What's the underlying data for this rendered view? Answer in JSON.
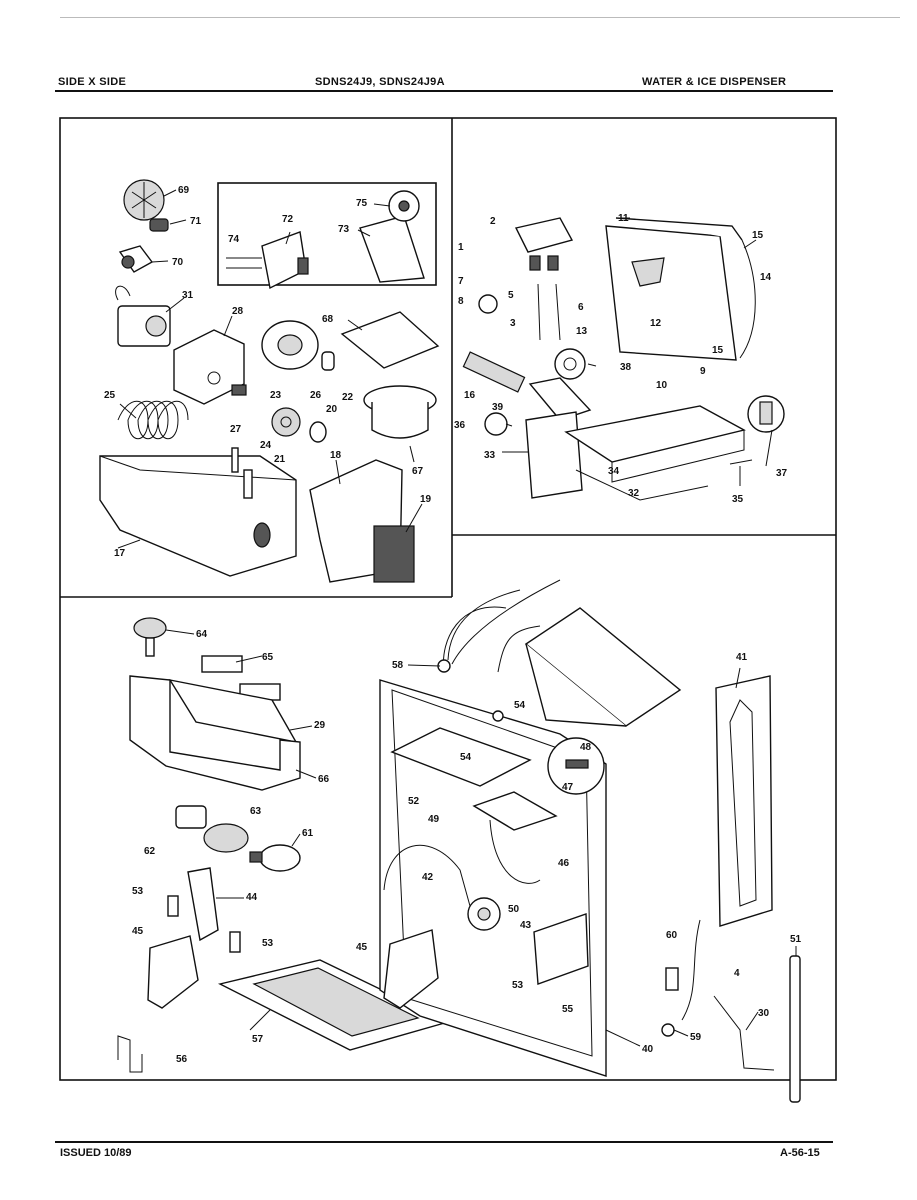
{
  "header": {
    "left": "SIDE X SIDE",
    "center": "SDNS24J9, SDNS24J9A",
    "right": "WATER & ICE DISPENSER"
  },
  "footer": {
    "left": "ISSUED 10/89",
    "right": "A-56-15"
  },
  "callouts": {
    "c1": "1",
    "c2": "2",
    "c3": "3",
    "c4": "4",
    "c5": "5",
    "c6": "6",
    "c7": "7",
    "c8": "8",
    "c9": "9",
    "c10": "10",
    "c11": "11",
    "c12": "12",
    "c13": "13",
    "c14": "14",
    "c15a": "15",
    "c15b": "15",
    "c16": "16",
    "c17": "17",
    "c18": "18",
    "c19": "19",
    "c20": "20",
    "c21": "21",
    "c22": "22",
    "c23": "23",
    "c24": "24",
    "c25": "25",
    "c26": "26",
    "c27": "27",
    "c28": "28",
    "c29": "29",
    "c30": "30",
    "c31": "31",
    "c32": "32",
    "c33": "33",
    "c34": "34",
    "c35": "35",
    "c36": "36",
    "c37": "37",
    "c38": "38",
    "c39": "39",
    "c40": "40",
    "c41": "41",
    "c42": "42",
    "c43": "43",
    "c44": "44",
    "c45a": "45",
    "c45b": "45",
    "c46": "46",
    "c47": "47",
    "c48": "48",
    "c49": "49",
    "c50": "50",
    "c51": "51",
    "c52": "52",
    "c53a": "53",
    "c53b": "53",
    "c53c": "53",
    "c54a": "54",
    "c54b": "54",
    "c55": "55",
    "c56": "56",
    "c57": "57",
    "c58": "58",
    "c59": "59",
    "c60": "60",
    "c61": "61",
    "c62": "62",
    "c63": "63",
    "c64": "64",
    "c65": "65",
    "c66": "66",
    "c67": "67",
    "c68": "68",
    "c69": "69",
    "c70": "70",
    "c71": "71",
    "c72": "72",
    "c73": "73",
    "c74": "74",
    "c75": "75"
  }
}
